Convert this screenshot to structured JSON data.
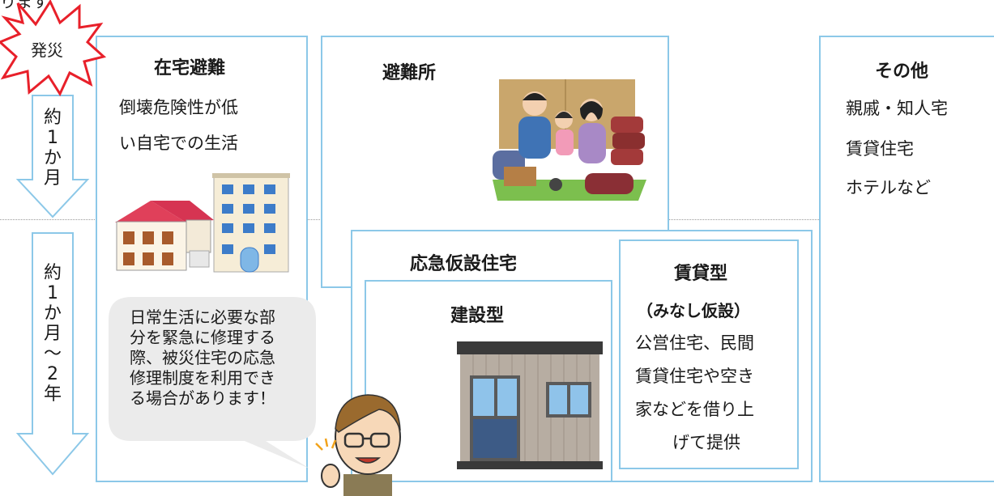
{
  "top_fragment": "ります。",
  "burst": {
    "label": "発災"
  },
  "timeline": {
    "period1": [
      "約",
      "1",
      "か",
      "月"
    ],
    "period2": [
      "約",
      "1",
      "か",
      "月",
      "〜",
      "2",
      "年"
    ]
  },
  "home": {
    "title": "在宅避難",
    "desc": [
      "倒壊危険性が低",
      "い自宅での生活"
    ]
  },
  "shelter": {
    "title": "避難所"
  },
  "other": {
    "title": "その他",
    "items": [
      "親戚・知人宅",
      "賃貸住宅",
      "ホテルなど"
    ]
  },
  "temp_housing": {
    "title": "応急仮設住宅",
    "construction": {
      "title": "建設型"
    },
    "rental": {
      "title": "賃貸型",
      "subtitle": "（みなし仮設）",
      "desc": [
        "公営住宅、民間",
        "賃貸住宅や空き",
        "家などを借り上",
        "げて提供"
      ]
    }
  },
  "speech": {
    "lines": [
      "日常生活に必要な部",
      "分を緊急に修理する",
      "際、被災住宅の応急",
      "修理制度を利用でき",
      "る場合があります！"
    ]
  },
  "colors": {
    "border": "#8cc8e8",
    "burst": "#e8202a",
    "bubble": "#ebebeb"
  }
}
